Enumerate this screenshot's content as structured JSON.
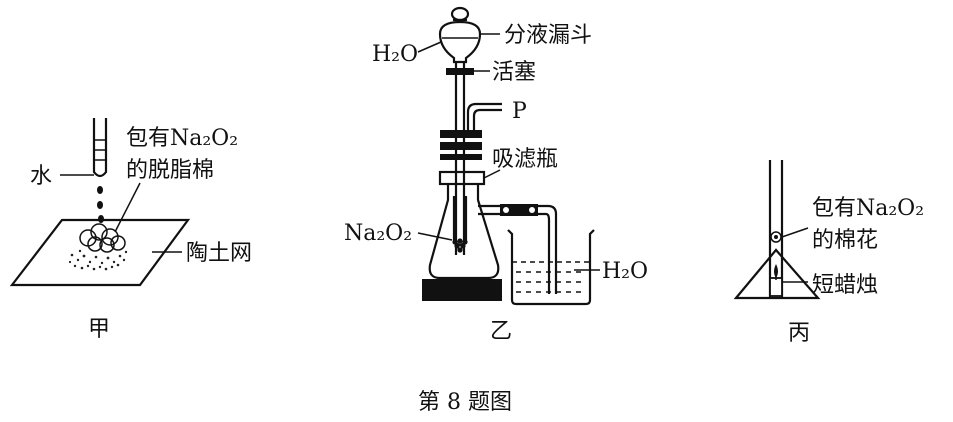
{
  "panels": {
    "jia": {
      "caption": "甲",
      "labels": {
        "water": "水",
        "cotton_line1": "包有Na₂O₂",
        "cotton_line2": "的脱脂棉",
        "gauze": "陶土网"
      }
    },
    "yi": {
      "caption": "乙",
      "labels": {
        "water_top": "H₂O",
        "funnel": "分液漏斗",
        "stopcock": "活塞",
        "p": "P",
        "flask": "吸滤瓶",
        "na2o2": "Na₂O₂",
        "water_beaker": "H₂O"
      }
    },
    "bing": {
      "caption": "丙",
      "labels": {
        "cotton_line1": "包有Na₂O₂",
        "cotton_line2": "的棉花",
        "candle": "短蜡烛"
      }
    }
  },
  "figure_caption": "第 8 题图"
}
